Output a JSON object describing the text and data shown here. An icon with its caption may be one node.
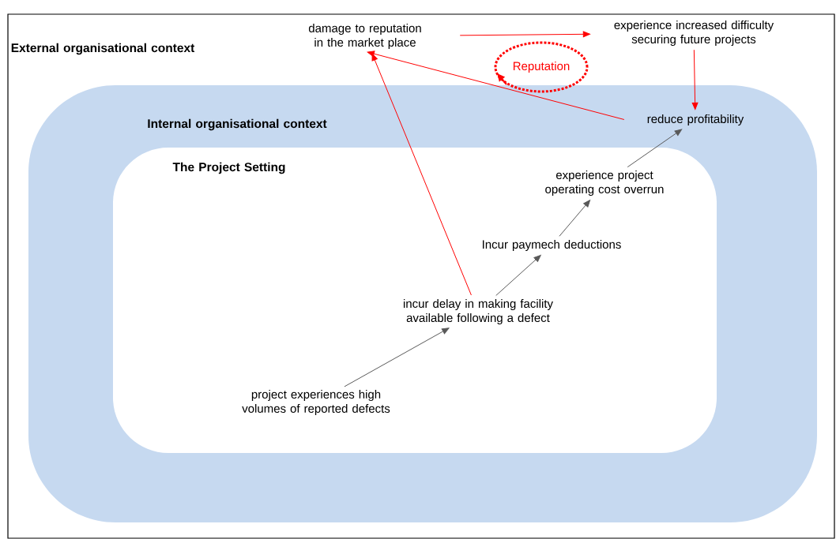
{
  "diagram": {
    "nodes": [
      {
        "text": [
          "External organisational context"
        ]
      },
      {
        "text": [
          "Internal organisational context"
        ],
        "in": 0
      },
      {
        "text": [
          "The Project Setting"
        ],
        "in": 1
      },
      {
        "text": [
          "damage to reputation in the market place"
        ],
        "in": 0
      },
      {
        "text": [
          "experience increased difficulty securing future projects"
        ],
        "in": 0
      },
      {
        "text": [
          "Reputation"
        ],
        "in": 0
      },
      {
        "text": [
          "reduce profitability"
        ],
        "in": 1
      },
      {
        "text": [
          "experience project operating cost overrun"
        ],
        "in": 2
      },
      {
        "text": [
          "Incur paymech deductions"
        ],
        "in": 2
      },
      {
        "text": [
          "incur delay in making facility available following a defect"
        ],
        "in": 2
      },
      {
        "text": [
          "project experiences high volumes of reported defects"
        ],
        "in": 2
      }
    ],
    "edges": [
      {
        "from": 10,
        "to": 9,
        "arrow": "to",
        "color": "#595959"
      },
      {
        "from": 9,
        "to": 8,
        "arrow": "to",
        "color": "#595959"
      },
      {
        "from": 8,
        "to": 7,
        "arrow": "to",
        "color": "#595959"
      },
      {
        "from": 7,
        "to": 6,
        "arrow": "to",
        "color": "#595959"
      },
      {
        "from": 9,
        "to": 3,
        "arrow": "to",
        "color": "#ff0000"
      },
      {
        "from": 6,
        "to": 3,
        "arrow": "to",
        "color": "#ff0000"
      },
      {
        "from": 3,
        "to": 4,
        "arrow": "to",
        "color": "#ff0000"
      },
      {
        "from": 4,
        "to": 6,
        "arrow": "to",
        "color": "#ff0000"
      }
    ]
  }
}
